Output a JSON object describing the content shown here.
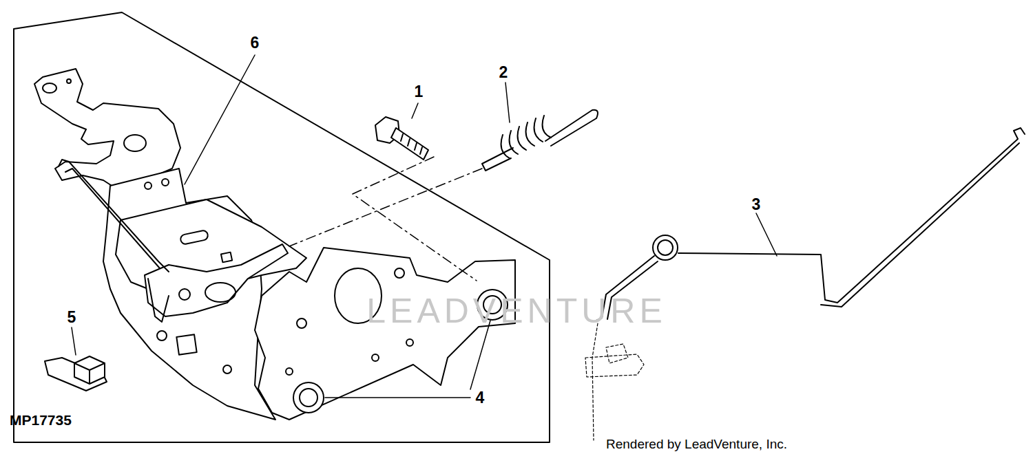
{
  "diagram": {
    "labels": [
      "1",
      "2",
      "3",
      "4",
      "5",
      "6",
      "MP17735",
      "LEADVENTURE",
      "Rendered by LeadVenture, Inc."
    ]
  }
}
